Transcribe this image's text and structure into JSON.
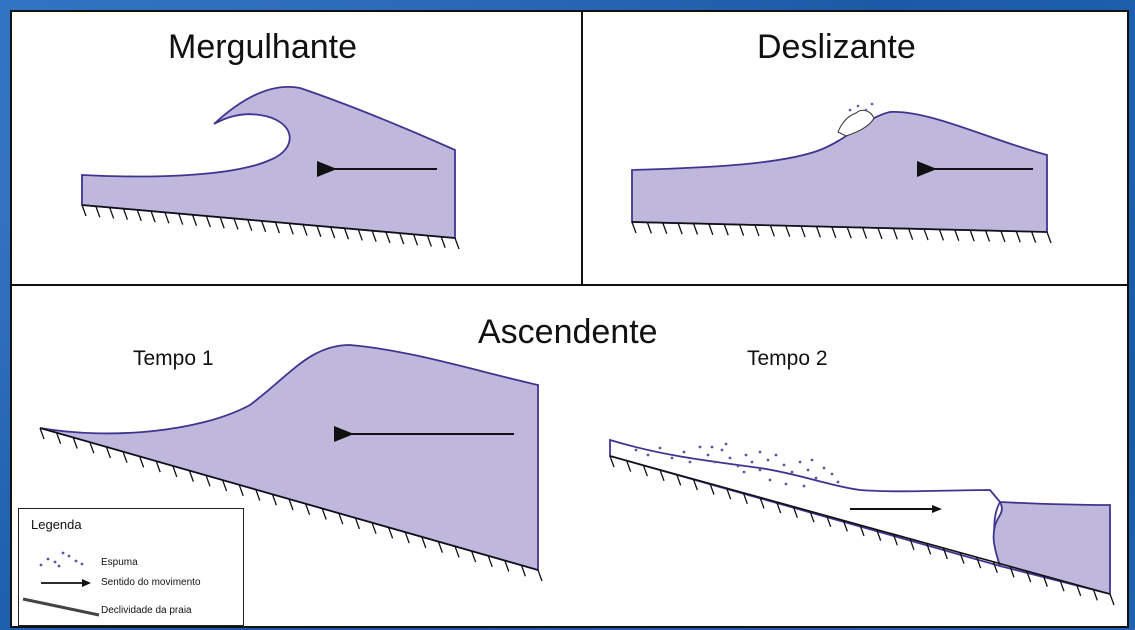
{
  "panels": {
    "mergulhante": {
      "title": "Mergulhante"
    },
    "deslizante": {
      "title": "Deslizante"
    },
    "ascendente": {
      "title": "Ascendente",
      "tempo1": "Tempo 1",
      "tempo2": "Tempo 2"
    }
  },
  "legend": {
    "title": "Legenda",
    "items": [
      {
        "label": "Espuma",
        "icon": "foam-icon"
      },
      {
        "label": "Sentido do movimento",
        "icon": "arrow-icon"
      },
      {
        "label": "Declividade da praia",
        "icon": "slope-line-icon"
      }
    ]
  },
  "colors": {
    "wave_fill": "#bfb8dc",
    "wave_stroke": "#3f3591",
    "background": "#1e63b5",
    "foam": "#5a55a6"
  }
}
